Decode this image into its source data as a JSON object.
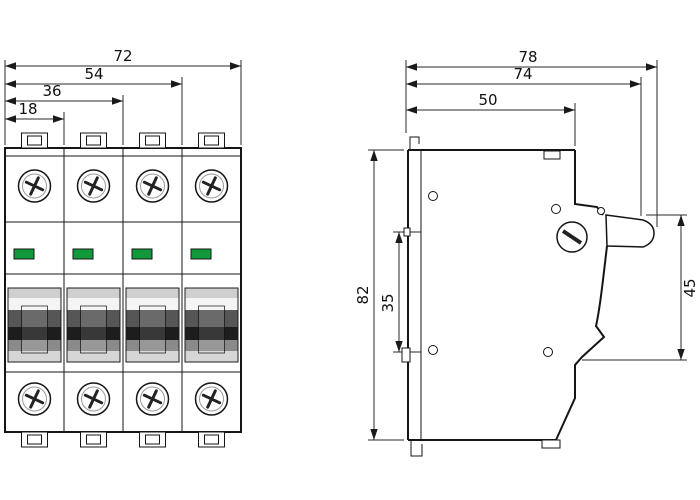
{
  "drawing": {
    "front_view": {
      "dims": [
        "72",
        "54",
        "36",
        "18"
      ]
    },
    "side_view": {
      "h_dims": [
        "78",
        "74",
        "50"
      ],
      "v_dims": [
        "82",
        "35",
        "45"
      ]
    },
    "colors": {
      "indicator_green": "#12993c",
      "line": "#151515"
    }
  }
}
